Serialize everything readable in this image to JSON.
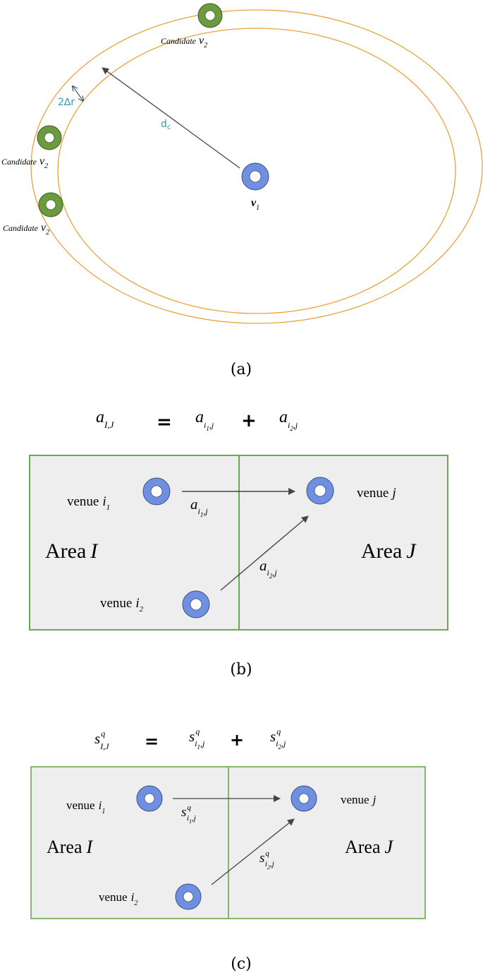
{
  "panel_a": {
    "label": "(a)",
    "candidate_word": "Candidate",
    "v_letter": "v",
    "sub_2": "2",
    "sub_1": "1",
    "delta_label": "2∆r",
    "distance_label": "d",
    "distance_sub": "c",
    "colors": {
      "ring": "#e8a33a",
      "candidate": "#6b9a3f",
      "center": "#6f8fe0",
      "text_teal": "#3a9ab0"
    }
  },
  "panel_b": {
    "label": "(b)",
    "eq_lhs": "a",
    "eq_lhs_sub": "I,J",
    "equals": "=",
    "plus": "+",
    "term": "a",
    "venue_word": "venue",
    "i": "i",
    "j": "j",
    "sub_1": "1",
    "sub_2": "2",
    "comma": ",",
    "area_word": "Area",
    "area_I": "I",
    "area_J": "J",
    "colors": {
      "box_border": "#6aa84f",
      "box_fill": "#eeeeee",
      "venue": "#6f8fe0"
    }
  },
  "panel_c": {
    "label": "(c)",
    "eq_lhs": "s",
    "sup_q": "q",
    "eq_lhs_sub": "I,J",
    "equals": "=",
    "plus": "+",
    "term": "s",
    "venue_word": "venue",
    "i": "i",
    "j": "j",
    "sub_1": "1",
    "sub_2": "2",
    "comma": ",",
    "area_word": "Area",
    "area_I": "I",
    "area_J": "J"
  }
}
